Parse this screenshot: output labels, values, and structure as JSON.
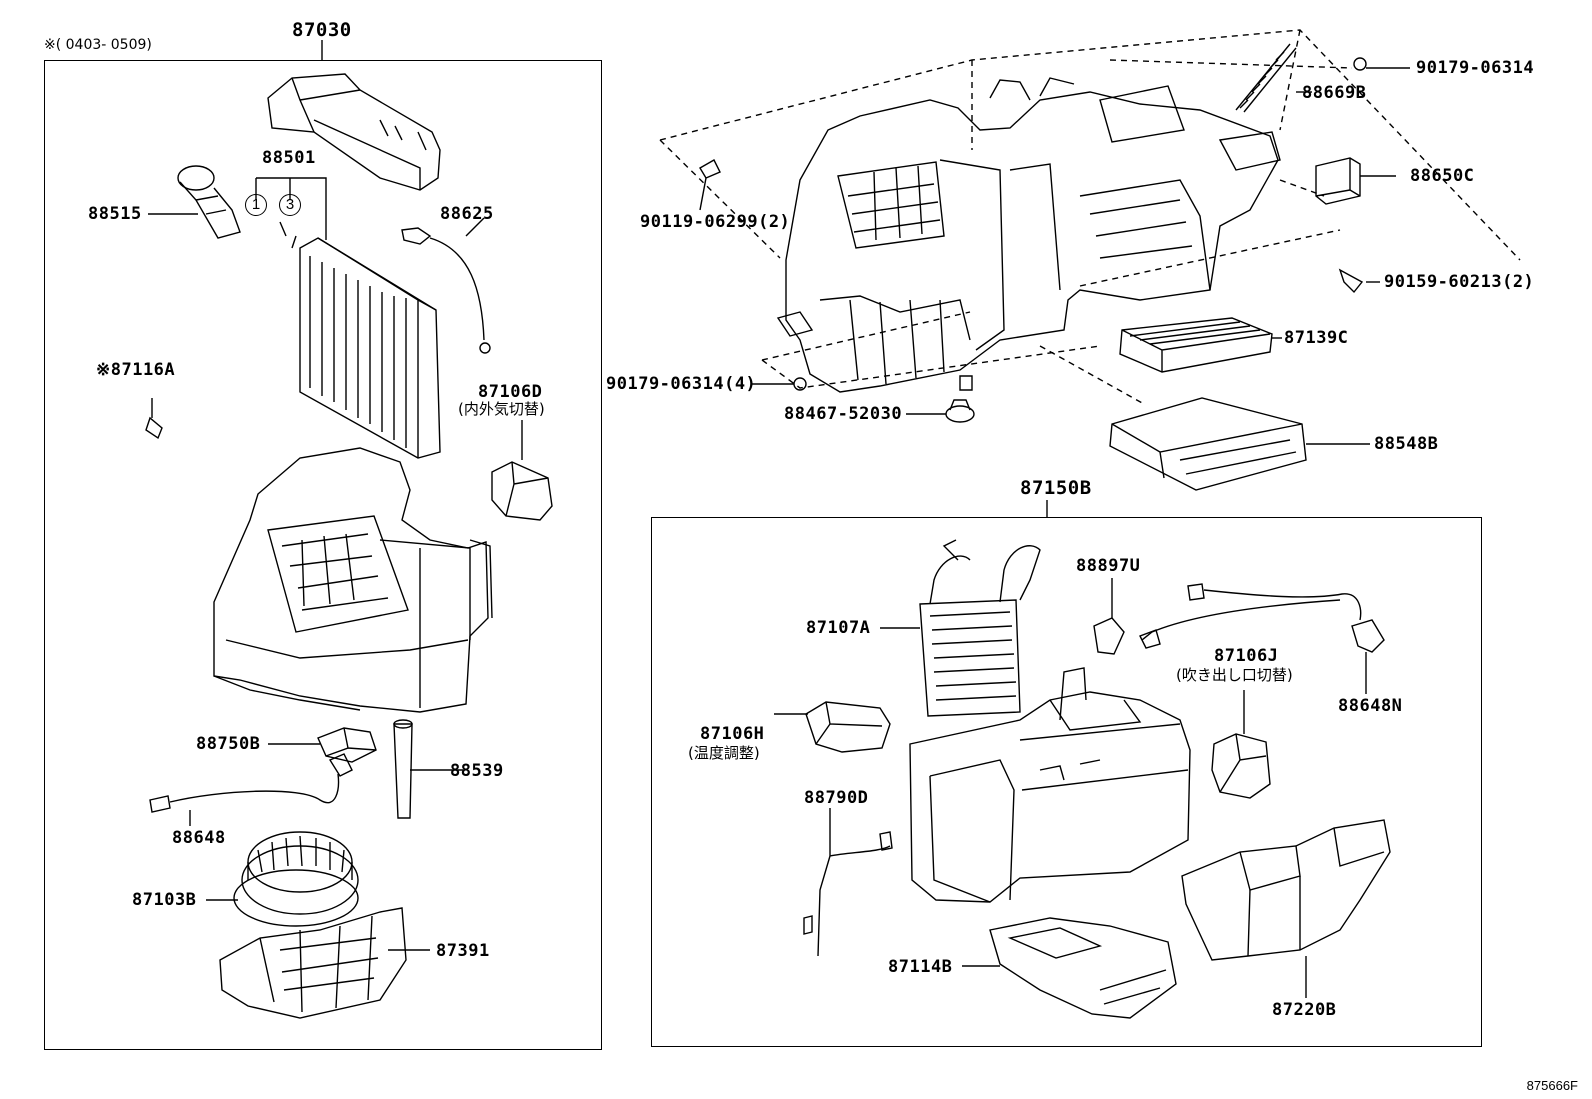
{
  "diagram": {
    "left_assembly": {
      "title": "87030",
      "note": "※( 0403- 0509)",
      "parts": {
        "p88501": "88501",
        "c1": "1",
        "c3": "3",
        "p88515": "88515",
        "p88625": "88625",
        "p87116a": "※87116A",
        "p87106d": "87106D",
        "p87106d_desc": "(内外気切替)",
        "p88750b": "88750B",
        "p88539": "88539",
        "p88648": "88648",
        "p87103b": "87103B",
        "p87391": "87391"
      }
    },
    "top_right": {
      "parts": {
        "p90179_06314_a": "90179-06314",
        "p88669b": "88669B",
        "p88650c": "88650C",
        "p90119_06299": "90119-06299(2)",
        "p90159_60213": "90159-60213(2)",
        "p87139c": "87139C",
        "p90179_06314_b": "90179-06314(4)",
        "p88467_52030": "88467-52030",
        "p88548b": "88548B"
      }
    },
    "bottom_right": {
      "title": "87150B",
      "parts": {
        "p88897u": "88897U",
        "p87107a": "87107A",
        "p87106j": "87106J",
        "p87106j_desc": "(吹き出し口切替)",
        "p88648n": "88648N",
        "p87106h": "87106H",
        "p87106h_desc": "(温度調整)",
        "p88790d": "88790D",
        "p87114b": "87114B",
        "p87220b": "87220B"
      }
    },
    "figure_id": "875666F"
  }
}
